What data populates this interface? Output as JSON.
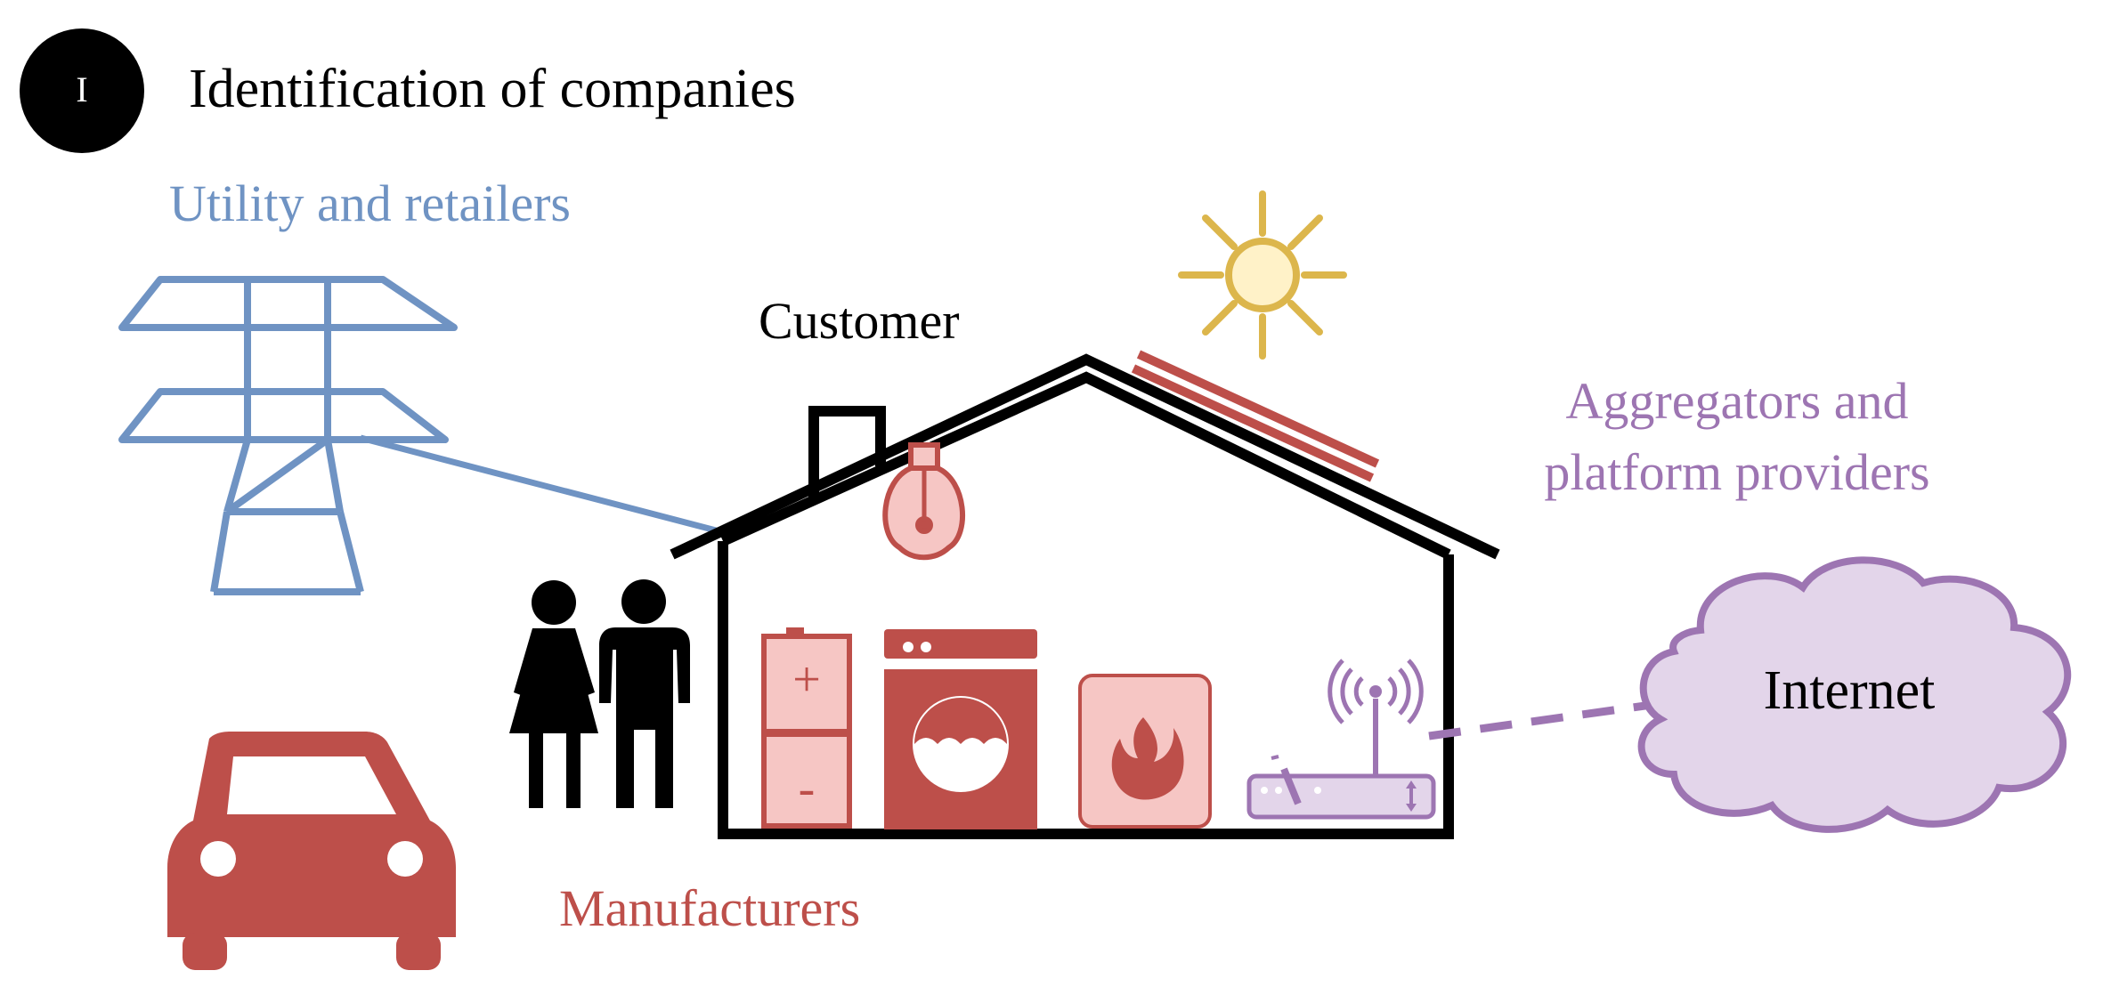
{
  "section": {
    "badge": "I",
    "title": "Identification of companies"
  },
  "labels": {
    "utility": "Utility and retailers",
    "customer": "Customer",
    "aggregators_line1": "Aggregators and",
    "aggregators_line2": "platform providers",
    "internet": "Internet",
    "manufacturers": "Manufacturers"
  },
  "battery_symbols": {
    "plus": "+",
    "minus": "-"
  },
  "colors": {
    "utility_blue": "#6f93c3",
    "manufacturer_red": "#bd4f4a",
    "appliance_fill": "#f6c6c4",
    "aggregator_purple": "#9d75b2",
    "cloud_fill": "#e3d5ea",
    "sun_yellow": "#dcb64c",
    "sun_fill": "#fff2c8",
    "black": "#000000"
  },
  "icons": [
    "transmission-tower-icon",
    "house-icon",
    "sun-icon",
    "solar-panel-icon",
    "light-bulb-icon",
    "people-icon",
    "battery-icon",
    "washing-machine-icon",
    "heater-flame-icon",
    "router-icon",
    "cloud-icon",
    "car-icon"
  ]
}
